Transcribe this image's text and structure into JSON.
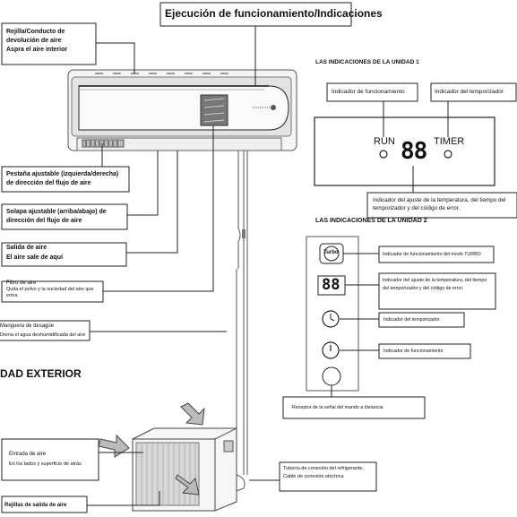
{
  "title": "Ejecución de funcionamiento/Indicaciones",
  "indoor": {
    "grille_title": "Rejilla/Conducto de devolución de aire",
    "grille_sub": "Aspra el aire interior",
    "louver_lr": "Pestaña ajustable (izquierda/derecha) de dirección del flujo de aire",
    "louver_ud": "Solapa ajustable (arriba/abajo) de dirección del flujo de aire",
    "outlet_title": "Salida de aire",
    "outlet_sub": "El aire sale de aquí",
    "filter_title": "Filtro de aire",
    "filter_sub": "Quita el polvo y la suciedad del aire que entra",
    "drain_title": "Manguera de desagüe",
    "drain_sub": "Drena el agua deshumidificada del aire"
  },
  "unit1": {
    "heading": "LAS INDICACIONES DE LA UNIDAD 1",
    "run_callout": "Indicador de funcionamiento",
    "timer_callout": "Indicador del temporizador",
    "run_label": "RUN",
    "timer_label": "TIMER",
    "display": "88",
    "temp_callout": "Indicador del ajuste de la temperatura, del tiempo del temporizador y del código de error."
  },
  "unit2": {
    "heading": "LAS INDICACIONES DE LA UNIDAD 2",
    "display": "88",
    "turbo_icon_text": "Turbo",
    "turbo": "Indicador de funcionamiento del modo TURBO",
    "temp": "Indicador del ajuste de la temperatura, del tiempo del temporizador y del código de error.",
    "timer": "Indicador del temporizador",
    "run": "Indicador de funcionamiento",
    "remote": "Receptor de la señal del mando a distancia"
  },
  "outdoor": {
    "heading": "DAD EXTERIOR",
    "inlet_title": "Entrada de aire",
    "inlet_sub": "En los lados y superficie de atrás",
    "outlet": "Rejillas de salida de aire",
    "pipe": "Tubería de conexión del refrigerante, Cable de conexión eléctrica"
  }
}
